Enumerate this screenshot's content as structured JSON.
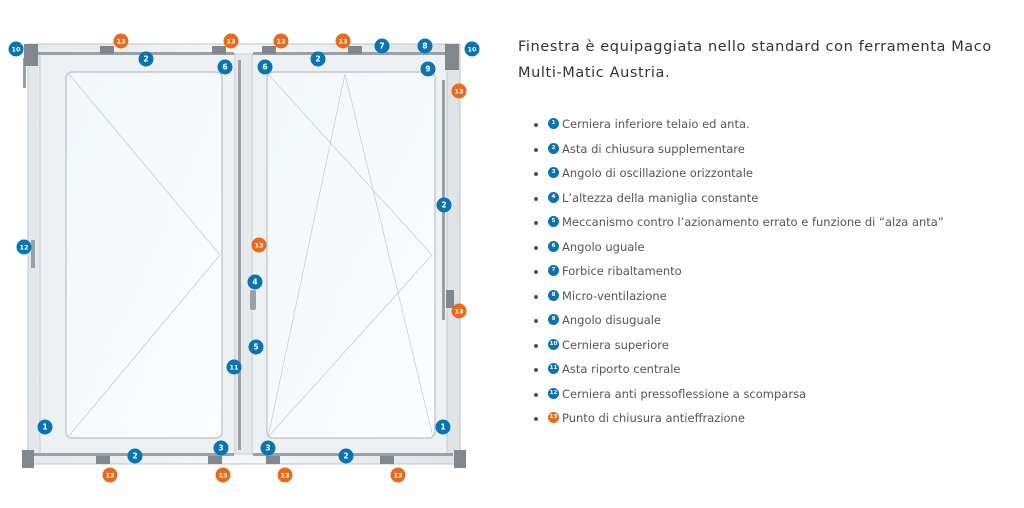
{
  "colors": {
    "blue": "#0a74b2",
    "orange": "#ea6a1d",
    "frame": "#e9ecee",
    "glass": "#f5f9fb",
    "hardware": "#8d9499"
  },
  "title": "Finestra è equipaggiata nello standard con ferramenta Maco Multi-Matic Austria.",
  "list": [
    {
      "num": "1",
      "color": "blue",
      "text": "Cerniera inferiore telaio ed anta."
    },
    {
      "num": "2",
      "color": "blue",
      "text": "Asta di chiusura supplementare"
    },
    {
      "num": "3",
      "color": "blue",
      "text": "Angolo di oscillazione orizzontale"
    },
    {
      "num": "4",
      "color": "blue",
      "text": "L’altezza della maniglia constante"
    },
    {
      "num": "5",
      "color": "blue",
      "text": "Meccanismo contro l’azionamento errato e funzione di “alza anta”"
    },
    {
      "num": "6",
      "color": "blue",
      "text": "Angolo uguale"
    },
    {
      "num": "7",
      "color": "blue",
      "text": "Forbice ribaltamento"
    },
    {
      "num": "8",
      "color": "blue",
      "text": "Micro-ventilazione"
    },
    {
      "num": "9",
      "color": "blue",
      "text": "Angolo disuguale"
    },
    {
      "num": "10",
      "color": "blue",
      "text": "Cerniera superiore"
    },
    {
      "num": "11",
      "color": "blue",
      "text": "Asta riporto centrale"
    },
    {
      "num": "12",
      "color": "blue",
      "text": "Cerniera anti pressoflessione a scomparsa"
    },
    {
      "num": "13",
      "color": "orange",
      "text": "Punto di chiusura antieffrazione"
    }
  ],
  "callouts": [
    {
      "num": "10",
      "color": "blue"
    },
    {
      "num": "13",
      "color": "orange"
    },
    {
      "num": "13",
      "color": "orange"
    },
    {
      "num": "13",
      "color": "orange"
    },
    {
      "num": "13",
      "color": "orange"
    },
    {
      "num": "7",
      "color": "blue"
    },
    {
      "num": "8",
      "color": "blue"
    },
    {
      "num": "10",
      "color": "blue"
    },
    {
      "num": "2",
      "color": "blue"
    },
    {
      "num": "6",
      "color": "blue"
    },
    {
      "num": "6",
      "color": "blue"
    },
    {
      "num": "2",
      "color": "blue"
    },
    {
      "num": "9",
      "color": "blue"
    },
    {
      "num": "13",
      "color": "orange"
    },
    {
      "num": "2",
      "color": "blue"
    },
    {
      "num": "12",
      "color": "blue"
    },
    {
      "num": "13",
      "color": "orange"
    },
    {
      "num": "4",
      "color": "blue"
    },
    {
      "num": "13",
      "color": "orange"
    },
    {
      "num": "5",
      "color": "blue"
    },
    {
      "num": "11",
      "color": "blue"
    },
    {
      "num": "1",
      "color": "blue"
    },
    {
      "num": "1",
      "color": "blue"
    },
    {
      "num": "2",
      "color": "blue"
    },
    {
      "num": "3",
      "color": "blue"
    },
    {
      "num": "3",
      "color": "blue"
    },
    {
      "num": "2",
      "color": "blue"
    },
    {
      "num": "13",
      "color": "orange"
    },
    {
      "num": "13",
      "color": "orange"
    },
    {
      "num": "13",
      "color": "orange"
    },
    {
      "num": "13",
      "color": "orange"
    }
  ]
}
